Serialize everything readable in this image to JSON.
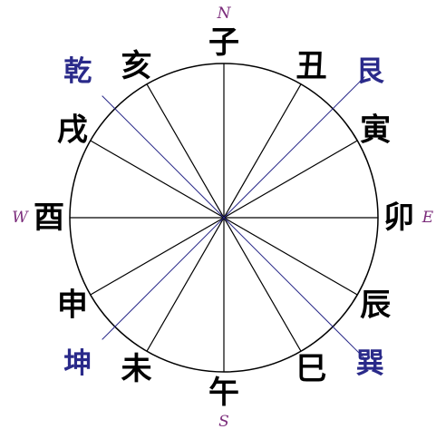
{
  "colors": {
    "ring": "#000000",
    "spoke": "#000000",
    "trigram": "#2a2a8a",
    "direction": "#7b2c7b"
  },
  "branches": [
    {
      "label": "子",
      "angle_deg": 0
    },
    {
      "label": "丑",
      "angle_deg": 30
    },
    {
      "label": "寅",
      "angle_deg": 60
    },
    {
      "label": "卯",
      "angle_deg": 90
    },
    {
      "label": "辰",
      "angle_deg": 120
    },
    {
      "label": "巳",
      "angle_deg": 150
    },
    {
      "label": "午",
      "angle_deg": 180
    },
    {
      "label": "未",
      "angle_deg": 210
    },
    {
      "label": "申",
      "angle_deg": 240
    },
    {
      "label": "酉",
      "angle_deg": 270
    },
    {
      "label": "戌",
      "angle_deg": 300
    },
    {
      "label": "亥",
      "angle_deg": 330
    }
  ],
  "trigrams": [
    {
      "label": "艮",
      "angle_deg": 45
    },
    {
      "label": "巽",
      "angle_deg": 135
    },
    {
      "label": "坤",
      "angle_deg": 225
    },
    {
      "label": "乾",
      "angle_deg": 315
    }
  ],
  "directions": [
    {
      "label": "N",
      "angle_deg": 0
    },
    {
      "label": "E",
      "angle_deg": 90
    },
    {
      "label": "S",
      "angle_deg": 180
    },
    {
      "label": "W",
      "angle_deg": 270
    }
  ]
}
